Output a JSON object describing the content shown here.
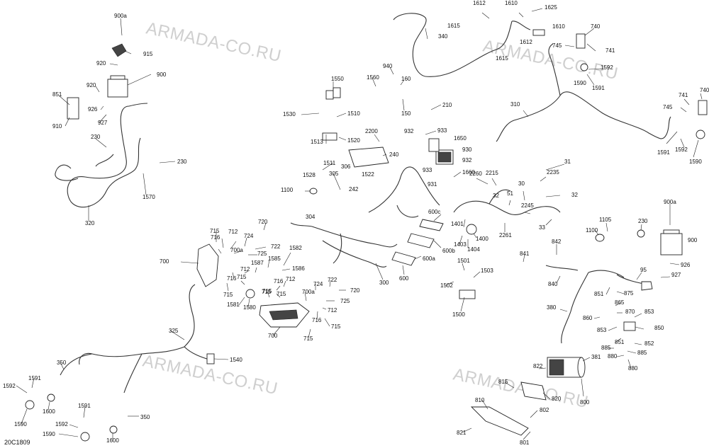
{
  "watermark": "ARMADA-CO.RU",
  "diagram_code": "20C1809",
  "callouts": [
    {
      "id": "c900a_l",
      "text": "900a"
    },
    {
      "id": "c915",
      "text": "915"
    },
    {
      "id": "c920a",
      "text": "920"
    },
    {
      "id": "c900_l",
      "text": "900"
    },
    {
      "id": "c920b",
      "text": "920"
    },
    {
      "id": "c851",
      "text": "851"
    },
    {
      "id": "c926_l",
      "text": "926"
    },
    {
      "id": "c910",
      "text": "910"
    },
    {
      "id": "c927_l",
      "text": "927"
    },
    {
      "id": "c230a",
      "text": "230"
    },
    {
      "id": "c230b",
      "text": "230"
    },
    {
      "id": "c1570",
      "text": "1570"
    },
    {
      "id": "c320",
      "text": "320"
    },
    {
      "id": "c1550",
      "text": "1550"
    },
    {
      "id": "c1560",
      "text": "1560"
    },
    {
      "id": "c940",
      "text": "940"
    },
    {
      "id": "c160",
      "text": "160"
    },
    {
      "id": "c150",
      "text": "150"
    },
    {
      "id": "c210",
      "text": "210"
    },
    {
      "id": "c1530",
      "text": "1530"
    },
    {
      "id": "c1510",
      "text": "1510"
    },
    {
      "id": "c2200",
      "text": "2200"
    },
    {
      "id": "c932a",
      "text": "932"
    },
    {
      "id": "c933a",
      "text": "933"
    },
    {
      "id": "c1650",
      "text": "1650"
    },
    {
      "id": "c1513",
      "text": "1513"
    },
    {
      "id": "c1520",
      "text": "1520"
    },
    {
      "id": "c1511",
      "text": "1511"
    },
    {
      "id": "c1528",
      "text": "1528"
    },
    {
      "id": "c240",
      "text": "240"
    },
    {
      "id": "c306",
      "text": "306"
    },
    {
      "id": "c1522",
      "text": "1522"
    },
    {
      "id": "c242",
      "text": "242"
    },
    {
      "id": "c930",
      "text": "930"
    },
    {
      "id": "c932b",
      "text": "932"
    },
    {
      "id": "c933b",
      "text": "933"
    },
    {
      "id": "c1660",
      "text": "1660"
    },
    {
      "id": "c931",
      "text": "931"
    },
    {
      "id": "c1100a",
      "text": "1100"
    },
    {
      "id": "c305",
      "text": "305"
    },
    {
      "id": "c304",
      "text": "304"
    },
    {
      "id": "c340",
      "text": "340"
    },
    {
      "id": "c1612a",
      "text": "1612"
    },
    {
      "id": "c1610a",
      "text": "1610"
    },
    {
      "id": "c1625",
      "text": "1625"
    },
    {
      "id": "c1615a",
      "text": "1615"
    },
    {
      "id": "c1610b",
      "text": "1610"
    },
    {
      "id": "c1612b",
      "text": "1612"
    },
    {
      "id": "c1615b",
      "text": "1615"
    },
    {
      "id": "c740a",
      "text": "740"
    },
    {
      "id": "c745a",
      "text": "745"
    },
    {
      "id": "c741a",
      "text": "741"
    },
    {
      "id": "c1592a",
      "text": "1592"
    },
    {
      "id": "c1590a",
      "text": "1590"
    },
    {
      "id": "c1591a",
      "text": "1591"
    },
    {
      "id": "c310",
      "text": "310"
    },
    {
      "id": "c741b",
      "text": "741"
    },
    {
      "id": "c740b",
      "text": "740"
    },
    {
      "id": "c745b",
      "text": "745"
    },
    {
      "id": "c1591b",
      "text": "1591"
    },
    {
      "id": "c1592b",
      "text": "1592"
    },
    {
      "id": "c1590b",
      "text": "1590"
    },
    {
      "id": "c2215",
      "text": "2215"
    },
    {
      "id": "c2235",
      "text": "2235"
    },
    {
      "id": "c2260",
      "text": "2260"
    },
    {
      "id": "c32a",
      "text": "32"
    },
    {
      "id": "c30",
      "text": "30"
    },
    {
      "id": "c31",
      "text": "31"
    },
    {
      "id": "c51",
      "text": "51"
    },
    {
      "id": "c32b",
      "text": "32"
    },
    {
      "id": "c2245",
      "text": "2245"
    },
    {
      "id": "c33",
      "text": "33"
    },
    {
      "id": "c2261",
      "text": "2261"
    },
    {
      "id": "c600c",
      "text": "600c"
    },
    {
      "id": "c600b",
      "text": "600b"
    },
    {
      "id": "c600a",
      "text": "600a"
    },
    {
      "id": "c600",
      "text": "600"
    },
    {
      "id": "c1401",
      "text": "1401"
    },
    {
      "id": "c1400",
      "text": "1400"
    },
    {
      "id": "c1403",
      "text": "1403"
    },
    {
      "id": "c1404",
      "text": "1404"
    },
    {
      "id": "c300",
      "text": "300"
    },
    {
      "id": "c1501",
      "text": "1501"
    },
    {
      "id": "c1503",
      "text": "1503"
    },
    {
      "id": "c1502",
      "text": "1502"
    },
    {
      "id": "c1500",
      "text": "1500"
    },
    {
      "id": "c900a_r",
      "text": "900a"
    },
    {
      "id": "c1105",
      "text": "1105"
    },
    {
      "id": "c230c",
      "text": "230"
    },
    {
      "id": "c1100b",
      "text": "1100"
    },
    {
      "id": "c900_r",
      "text": "900"
    },
    {
      "id": "c842",
      "text": "842"
    },
    {
      "id": "c841",
      "text": "841"
    },
    {
      "id": "c926_r",
      "text": "926"
    },
    {
      "id": "c95",
      "text": "95"
    },
    {
      "id": "c927_r",
      "text": "927"
    },
    {
      "id": "c840",
      "text": "840"
    },
    {
      "id": "c851b",
      "text": "851"
    },
    {
      "id": "c875",
      "text": "875"
    },
    {
      "id": "c865",
      "text": "865"
    },
    {
      "id": "c870",
      "text": "870"
    },
    {
      "id": "c853a",
      "text": "853"
    },
    {
      "id": "c380",
      "text": "380"
    },
    {
      "id": "c860",
      "text": "860"
    },
    {
      "id": "c853b",
      "text": "853"
    },
    {
      "id": "c850",
      "text": "850"
    },
    {
      "id": "c851c",
      "text": "851"
    },
    {
      "id": "c852",
      "text": "852"
    },
    {
      "id": "c885a",
      "text": "885"
    },
    {
      "id": "c885b",
      "text": "885"
    },
    {
      "id": "c880a",
      "text": "880"
    },
    {
      "id": "c880b",
      "text": "880"
    },
    {
      "id": "c381",
      "text": "381"
    },
    {
      "id": "c822",
      "text": "822"
    },
    {
      "id": "c800",
      "text": "800"
    },
    {
      "id": "c815",
      "text": "815"
    },
    {
      "id": "c820",
      "text": "820"
    },
    {
      "id": "c810",
      "text": "810"
    },
    {
      "id": "c802",
      "text": "802"
    },
    {
      "id": "c821",
      "text": "821"
    },
    {
      "id": "c801",
      "text": "801"
    },
    {
      "id": "c720a",
      "text": "720"
    },
    {
      "id": "c715a",
      "text": "715"
    },
    {
      "id": "c715b",
      "text": "715"
    },
    {
      "id": "c712a",
      "text": "712"
    },
    {
      "id": "c724a",
      "text": "724"
    },
    {
      "id": "c722a",
      "text": "722"
    },
    {
      "id": "c716a",
      "text": "716"
    },
    {
      "id": "c700a1",
      "text": "700a"
    },
    {
      "id": "c725a",
      "text": "725"
    },
    {
      "id": "c1582",
      "text": "1582"
    },
    {
      "id": "c700_l",
      "text": "700"
    },
    {
      "id": "c1585",
      "text": "1585"
    },
    {
      "id": "c1587",
      "text": "1587"
    },
    {
      "id": "c712b",
      "text": "712"
    },
    {
      "id": "c1586",
      "text": "1586"
    },
    {
      "id": "c716b",
      "text": "716"
    },
    {
      "id": "c715c",
      "text": "715"
    },
    {
      "id": "c715d",
      "text": "715"
    },
    {
      "id": "c716c",
      "text": "716"
    },
    {
      "id": "c712c",
      "text": "712"
    },
    {
      "id": "c715e",
      "text": "715"
    },
    {
      "id": "c1581",
      "text": "1581"
    },
    {
      "id": "c1580",
      "text": "1580"
    },
    {
      "id": "c715f",
      "text": "715"
    },
    {
      "id": "c700a2",
      "text": "700a"
    },
    {
      "id": "c722b",
      "text": "722"
    },
    {
      "id": "c724b",
      "text": "724"
    },
    {
      "id": "c720b",
      "text": "720"
    },
    {
      "id": "c725b",
      "text": "725"
    },
    {
      "id": "c712d",
      "text": "712"
    },
    {
      "id": "c716d",
      "text": "716"
    },
    {
      "id": "c715g",
      "text": "715"
    },
    {
      "id": "c700_c",
      "text": "700"
    },
    {
      "id": "c715h",
      "text": "715"
    },
    {
      "id": "c325",
      "text": "325"
    },
    {
      "id": "c1540",
      "text": "1540"
    },
    {
      "id": "c350a",
      "text": "350"
    },
    {
      "id": "c1591c",
      "text": "1591"
    },
    {
      "id": "c1592c",
      "text": "1592"
    },
    {
      "id": "c1590c",
      "text": "1590"
    },
    {
      "id": "c1600a",
      "text": "1600"
    },
    {
      "id": "c1591d",
      "text": "1591"
    },
    {
      "id": "c1592d",
      "text": "1592"
    },
    {
      "id": "c350b",
      "text": "350"
    },
    {
      "id": "c1590d",
      "text": "1590"
    },
    {
      "id": "c1600b",
      "text": "1600"
    }
  ]
}
